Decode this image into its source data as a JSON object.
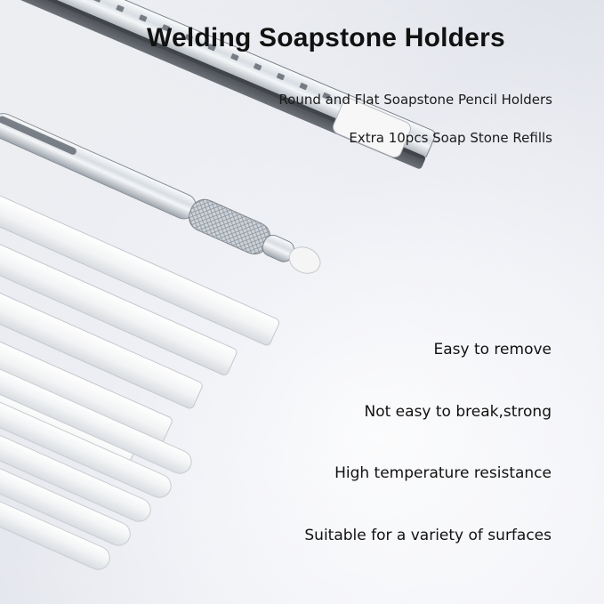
{
  "title": "Welding Soapstone Holders",
  "subtitles": [
    "Round and Flat Soapstone Pencil Holders",
    "Extra 10pcs Soap Stone Refills"
  ],
  "features": [
    "Easy to remove",
    "Not easy to break,strong",
    "High temperature resistance",
    "Suitable for a variety of surfaces"
  ],
  "colors": {
    "soapstone": "#f6f6f6",
    "metal_light": "#e7ebef",
    "metal_dark": "#4a4d52",
    "text": "#111111"
  },
  "image": {
    "subject": "welding soapstone holders with flat and round soapstone refills",
    "icons": [
      "flat-soapstone-holder-icon",
      "round-soapstone-holder-icon",
      "flat-soapstone-refill-icon",
      "round-soapstone-refill-icon"
    ]
  }
}
